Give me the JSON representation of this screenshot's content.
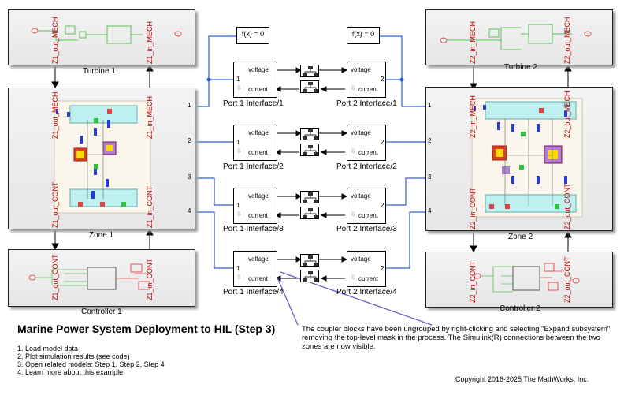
{
  "title": "Marine Power System Deployment to HIL (Step 3)",
  "steps": [
    "1. Load model data",
    "2. Plot simulation results (see code)",
    "3. Open related models: Step 1, Step 2, Step 4",
    "4. Learn more about this example"
  ],
  "annotation": "The coupler blocks have been ungrouped by right-clicking and selecting \"Expand subsystem\", removing the top-level mask in the process. The Simulink(R) connections between the two zones are now visible.",
  "copyright": "Copyright 2016-2025 The MathWorks, Inc.",
  "blocks": {
    "turbine1": "Turbine 1",
    "turbine2": "Turbine 2",
    "zone1": "Zone 1",
    "zone2": "Zone 2",
    "controller1": "Controller 1",
    "controller2": "Controller 2"
  },
  "ports": {
    "z1_out_mech": "Z1_out_MECH",
    "z1_in_mech": "Z1_in_MECH",
    "z1_out_cont": "Z1_out_CONT",
    "z1_in_cont": "Z1_in_CONT",
    "z2_in_mech": "Z2_in_MECH",
    "z2_out_mech": "Z2_out_MECH",
    "z2_in_cont": "Z2_in_CONT",
    "z2_out_cont": "Z2_out_CONT"
  },
  "port_numbers": [
    "1",
    "2",
    "3",
    "4"
  ],
  "interfaces": {
    "voltage": "voltage",
    "current": "current",
    "fx": "f(x) = 0",
    "p1": [
      "Port 1 Interface/1",
      "Port 1 Interface/2",
      "Port 1 Interface/3",
      "Port 1 Interface/4"
    ],
    "p2": [
      "Port 2 Interface/1",
      "Port 2 Interface/2",
      "Port 2 Interface/3",
      "Port 2 Interface/4"
    ]
  },
  "colors": {
    "signal_line": "#2f5fd6",
    "annotation_line": "#6a5fc8",
    "port_label": "#c00000"
  }
}
